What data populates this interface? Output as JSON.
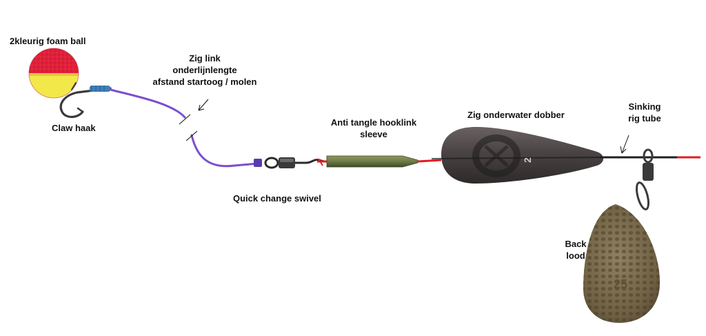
{
  "labels": {
    "foam_ball": "2kleurig foam ball",
    "claw_hook": "Claw haak",
    "zig_link": [
      "Zig link",
      "onderlijnlengte",
      "afstand startoog / molen"
    ],
    "quick_change_swivel": "Quick change swivel",
    "anti_tangle": [
      "Anti tangle hooklink",
      "sleeve"
    ],
    "zig_float": "Zig onderwater dobber",
    "rig_tube": [
      "Sinking",
      "rig tube"
    ],
    "back_lead": [
      "Back",
      "lood"
    ]
  },
  "float_marking": "2",
  "lead_marking": "25",
  "colors": {
    "background": "#ffffff",
    "foam_red": "#e0203a",
    "foam_yellow": "#f2e84a",
    "hooklink": "#7a4fd0",
    "sleeve": "#6d7b46",
    "float_body": "#4a4343",
    "rig_tube": "#202020",
    "line_red": "#e31b23",
    "lead": "#7a6a48",
    "text": "#111111"
  }
}
